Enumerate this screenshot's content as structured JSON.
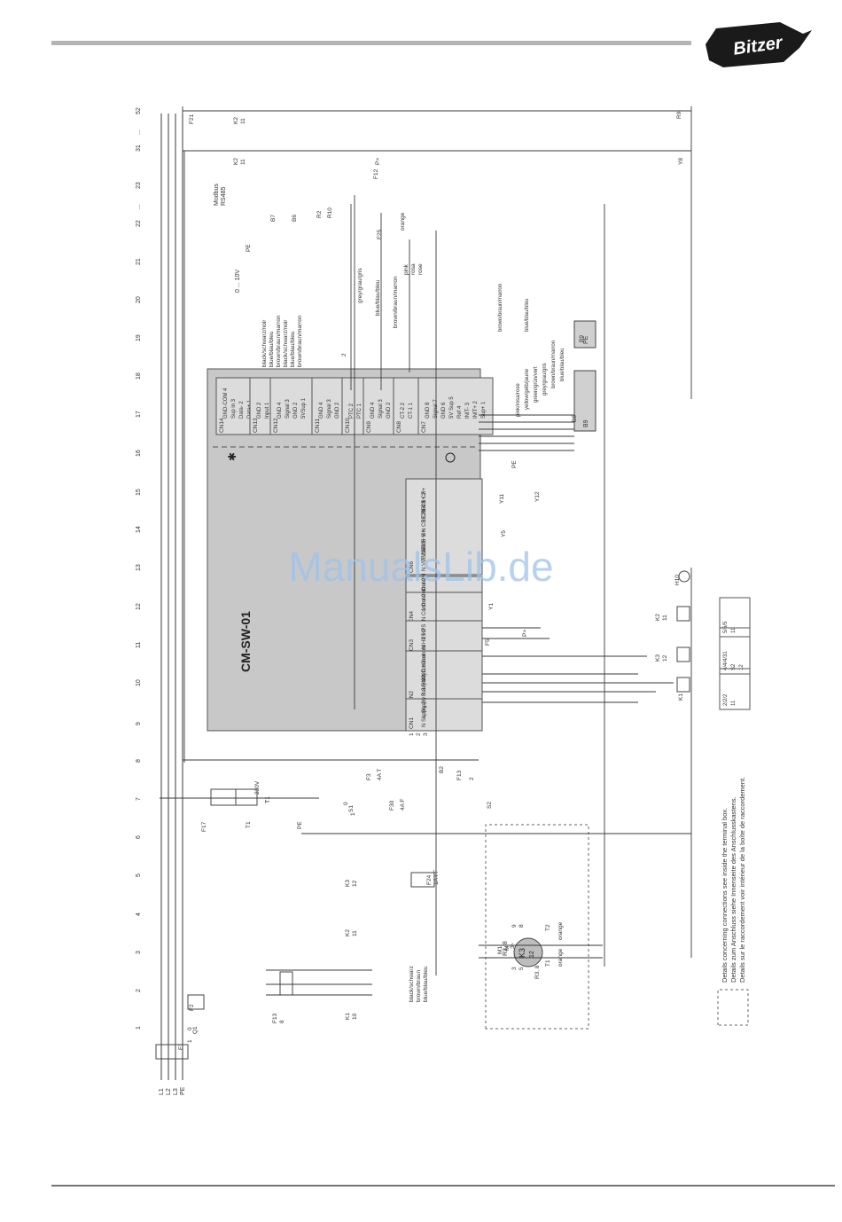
{
  "brand": {
    "logo_text": "Bitzer",
    "watermark": "ManualsLib.de"
  },
  "colors": {
    "header_bar": "#b4b4b4",
    "line": "#3a3a3a",
    "module_fill": "#c8c8c8",
    "module_inner": "#dcdcdc",
    "watermark": "#9ec3ea"
  },
  "module": {
    "title": "CM-SW-01",
    "bluetooth_icon": "bluetooth-icon",
    "ground_icon": "ground-icon"
  },
  "columns": [
    "1",
    "2",
    "3",
    "4",
    "5",
    "6",
    "7",
    "8",
    "9",
    "10",
    "11",
    "12",
    "13",
    "14",
    "15",
    "16",
    "17",
    "18",
    "19",
    "20",
    "21",
    "22",
    "23",
    "31",
    "52"
  ],
  "column_separators": [
    "...",
    "..."
  ],
  "supply": [
    "L1",
    "L2",
    "L3",
    "PE"
  ],
  "connectors": [
    {
      "name": "CN14",
      "pins": [
        "GND-COM 4",
        "Sup in 3",
        "Data- 2",
        "Data+ 1"
      ]
    },
    {
      "name": "CN13",
      "pins": [
        "GND 2",
        "Input 1"
      ]
    },
    {
      "name": "CN12",
      "pins": [
        "GND 4",
        "Signal 3",
        "GND 2",
        "5VSup 1"
      ]
    },
    {
      "name": "CN11",
      "pins": [
        "GND 4",
        "Signal 3",
        "GND 2",
        "Signal 1"
      ]
    },
    {
      "name": "CN10",
      "pins": [
        "PTC 2",
        "PTC 1"
      ]
    },
    {
      "name": "CN9",
      "pins": [
        "GND 4",
        "Signal 3",
        "GND 2",
        "24VSup 1"
      ]
    },
    {
      "name": "CN8",
      "pins": [
        "CT-2 2",
        "CT-1 1"
      ]
    },
    {
      "name": "CN7",
      "pins": [
        "GND 8",
        "Signal 7",
        "GND 6",
        "5V Sup 5",
        "Ref 4",
        "INIT- 3",
        "INIT+ 2",
        "Sup+ 1"
      ]
    },
    {
      "name": "CN6",
      "pins": [
        "N VI/E23 8",
        "7 VI/E23",
        "N VI+ 6",
        "5 VI+",
        "N CRE23 4",
        "3 CRE23",
        "N CR+ 2",
        "1 CR+"
      ]
    },
    {
      "name": "CN5",
      "pins": [
        "N Control 2",
        "1 Control"
      ]
    },
    {
      "name": "CN4",
      "pins": [
        "N Control 2",
        "1 Control"
      ]
    },
    {
      "name": "CN3",
      "pins": [
        "N HPS 2",
        "1 HPS"
      ]
    },
    {
      "name": "CN2",
      "pins": [
        "4 RelayNO",
        "3 RelayC",
        "2 K1control",
        "1 K2control"
      ]
    },
    {
      "name": "CN1",
      "pins": [
        "N Supply 2",
        "L Supply 1"
      ]
    }
  ],
  "wire_labels": {
    "modbus": [
      "Modbus",
      "RS485"
    ],
    "analog": [
      "0 ... 10V"
    ],
    "b7": [
      "black/schwarz/noir",
      "blue/blau/bleu",
      "brown/braun/marron"
    ],
    "b6": [
      "black/schwarz/noir",
      "blue/blau/bleu",
      "brown/braun/marron"
    ],
    "f25": [
      "grey/grau/gris",
      "blue/blau/bleu",
      "brown/braun/marron"
    ],
    "f25_right": [
      "orange",
      "pink",
      "rosa",
      "rose"
    ],
    "b9": [
      "blue/blau/bleu",
      "brown/braun/marron"
    ],
    "b5": [
      "blue/blau/bleu",
      "brown/braun/marron",
      "grey/grau/gris",
      "green/grün/vert",
      "yellow/gelb/jaune",
      "pink/rosa/rose"
    ],
    "motor_wires": [
      "black/schwarz",
      "brown/braun",
      "blue/blau/bleu"
    ],
    "orange": [
      "orange",
      "orange"
    ],
    "num2": "2"
  },
  "components": [
    "F21",
    "K2",
    "11",
    "K2",
    "11",
    "F12",
    "P>",
    "R9",
    "Y8",
    "B7",
    "B6",
    "R2",
    "R10",
    "F25",
    "PE",
    "PE",
    "PE",
    "B9",
    "B5",
    "Y12",
    "Y11",
    "Y5",
    "Y1",
    "F5",
    "P>",
    "H10",
    "K2",
    "K3",
    "K1",
    "11",
    "12",
    "F13",
    "2",
    "B2",
    "S2",
    "S1",
    "0",
    "1",
    "F3",
    "4A T",
    "F30",
    "4A F",
    "F24",
    "1A FF",
    "F17",
    "T1",
    "230V",
    "M1",
    "M",
    "3~",
    "T2",
    "T1",
    "R3, 8",
    "K3",
    "12",
    "K2",
    "11",
    "K1",
    "10",
    "F13",
    "8",
    "F2",
    "Q1",
    "0",
    "1",
    "F1"
  ],
  "terminal_nums": [
    "9",
    "8",
    "3",
    "5",
    "1",
    "2",
    "3"
  ],
  "contact_tables": [
    {
      "rows": [
        "5/5/5",
        "11"
      ]
    },
    {
      "rows": [
        "4/4/4/31",
        "S2",
        "12"
      ]
    },
    {
      "rows": [
        "2/2/2",
        "11"
      ]
    }
  ],
  "notes": [
    "Details concerning connections see inside the terminal box.",
    "Details zum Anschluss siehe Innenseite des Anschlusskastens.",
    "Details sur le raccordement voir intérieur de la boîte de raccordement."
  ]
}
